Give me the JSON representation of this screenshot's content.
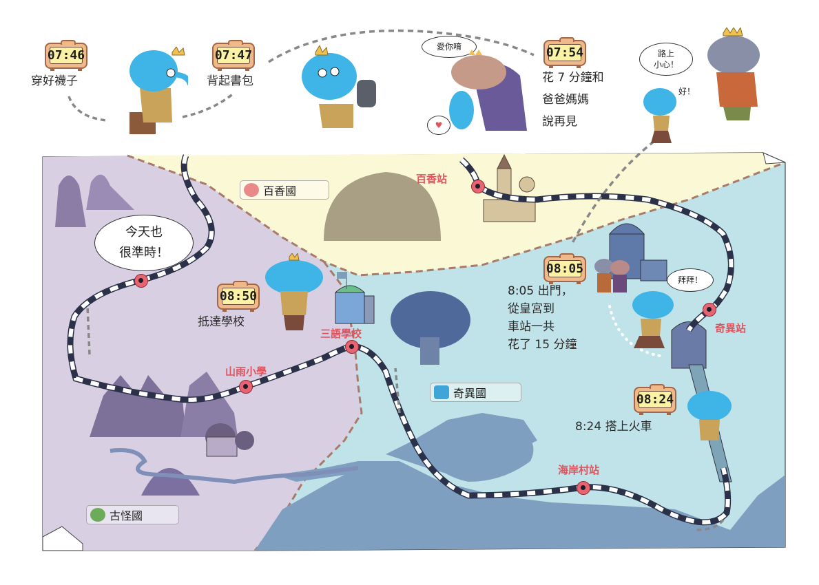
{
  "timeline": [
    {
      "time": "07:46",
      "caption": "穿好襪子"
    },
    {
      "time": "07:47",
      "caption": "背起書包"
    },
    {
      "time": "07:54",
      "caption_lines": [
        "花 7 分鐘和",
        "爸爸媽媽",
        "說再見"
      ]
    },
    {
      "time": "08:05",
      "caption_lines": [
        "8:05 出門，",
        "從皇宮到",
        "車站一共",
        "花了 15 分鐘"
      ]
    },
    {
      "time": "08:24",
      "caption": "8:24 搭上火車"
    },
    {
      "time": "08:50",
      "caption": "抵達學校"
    }
  ],
  "speech_bubbles": {
    "mom": "愛你唷",
    "heart": "♥",
    "dad_line1": "路上",
    "dad_line2": "小心！",
    "kid_reply": "好！",
    "bye": "拜拜！",
    "on_time_line1": "今天也",
    "on_time_line2": "很準時！"
  },
  "countries": [
    {
      "name": "百香國",
      "color": "#fbf8d6"
    },
    {
      "name": "奇異國",
      "color": "#bfe3e8"
    },
    {
      "name": "古怪國",
      "color": "#d8cfe3"
    }
  ],
  "stations": [
    {
      "name": "百香站"
    },
    {
      "name": "奇異站"
    },
    {
      "name": "海岸村站"
    },
    {
      "name": "三語學校"
    },
    {
      "name": "山雨小學"
    }
  ],
  "colors": {
    "station_red": "#e86471",
    "label_red": "#e0545f",
    "track_dark": "#2b3148",
    "border_dash": "#a87a6a",
    "elephant_blue": "#3fb4e6"
  }
}
